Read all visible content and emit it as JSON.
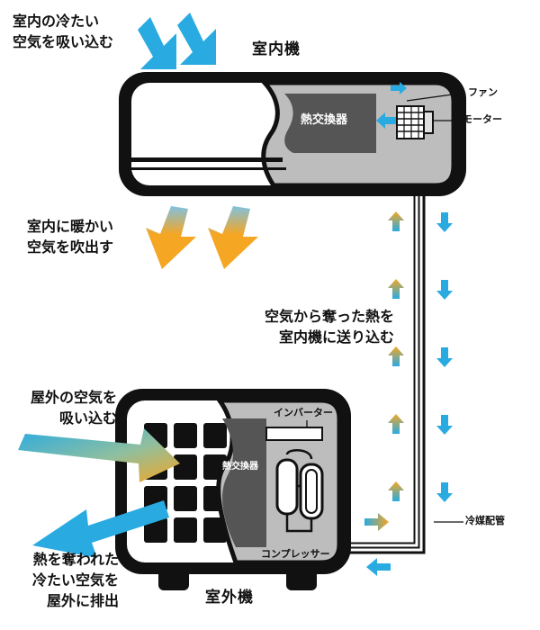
{
  "labels": {
    "indoor_unit": "室内機",
    "outdoor_unit": "室外機",
    "intake_indoor_line1": "室内の冷たい",
    "intake_indoor_line2": "空気を吸い込む",
    "warm_out_line1": "室内に暖かい",
    "warm_out_line2": "空気を吹出す",
    "heat_exchanger_indoor": "熱交換器",
    "fan": "ファン",
    "motor": "モーター",
    "heat_transfer_line1": "空気から奪った熱を",
    "heat_transfer_line2": "室内機に送り込む",
    "intake_outdoor_line1": "屋外の空気を",
    "intake_outdoor_line2": "吸い込む",
    "inverter": "インバーター",
    "heat_exchanger_outdoor": "熱交換器",
    "refrigerant_pipe": "冷媒配管",
    "compressor": "コンプレッサー",
    "exhaust_line1": "熱を奪われた",
    "exhaust_line2": "冷たい空気を",
    "exhaust_line3": "屋外に排出"
  },
  "colors": {
    "cool_air": "#29abe2",
    "warm_air": "#f5a623",
    "unit_outline": "#111111",
    "unit_panel": "#bdbdbd",
    "component_dark": "#555555"
  }
}
